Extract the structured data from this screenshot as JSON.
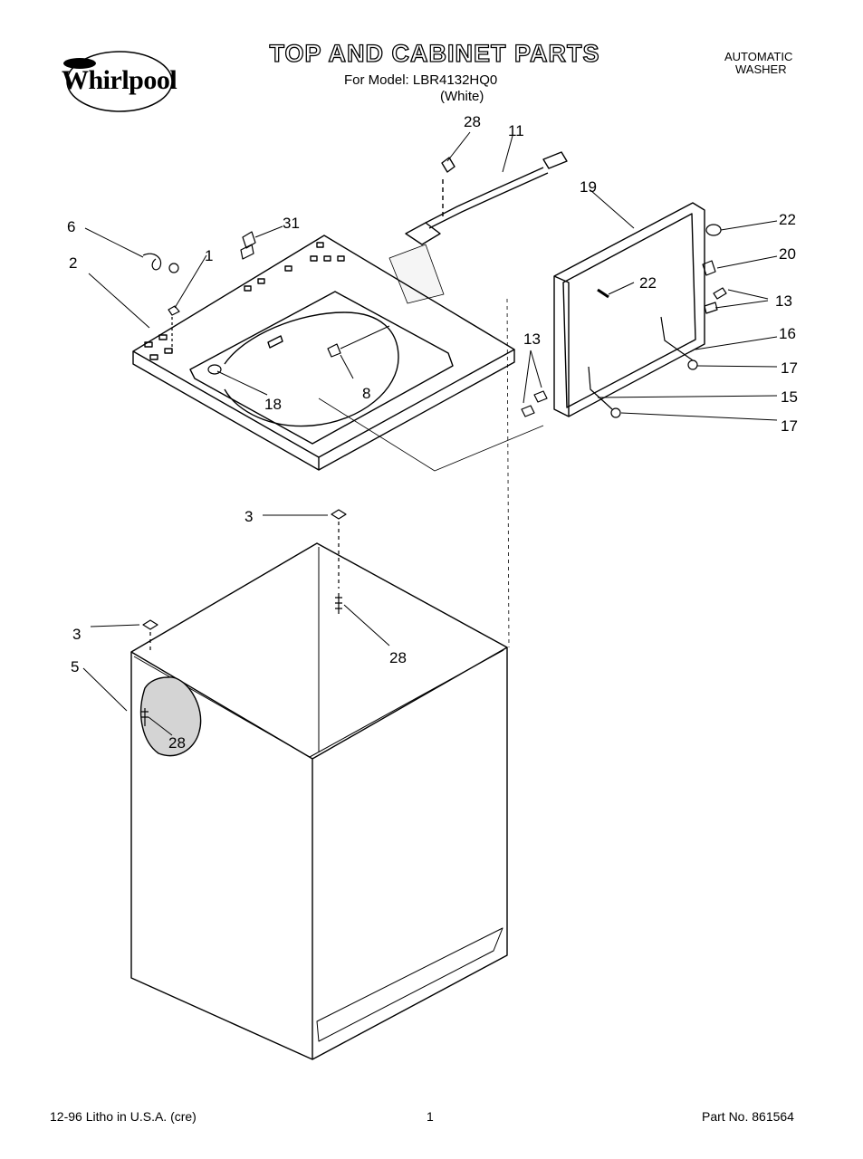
{
  "header": {
    "brand": "Whirlpool",
    "title": "TOP AND CABINET PARTS",
    "model_line": "For Model: LBR4132HQ0",
    "color_line": "(White)",
    "category_line1": "AUTOMATIC",
    "category_line2": "WASHER"
  },
  "footer": {
    "left": "12-96 Litho in U.S.A. (cre)",
    "page": "1",
    "part_no": "Part No. 861564"
  },
  "callouts": [
    "28",
    "11",
    "19",
    "6",
    "31",
    "1",
    "22",
    "2",
    "20",
    "13",
    "22",
    "13",
    "16",
    "8",
    "18",
    "17",
    "15",
    "17",
    "3",
    "28",
    "3",
    "5",
    "28"
  ]
}
